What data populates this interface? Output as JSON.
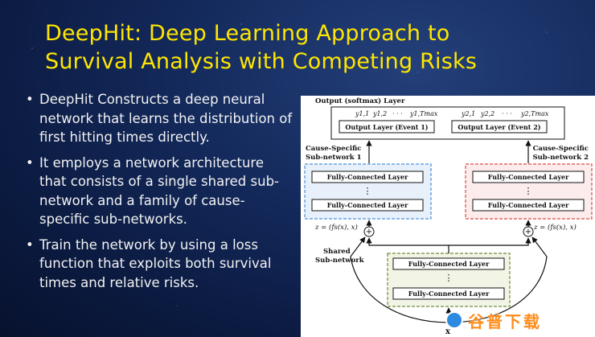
{
  "slide": {
    "title_lines": [
      "DeepHit: Deep Learning Approach to",
      "Survival Analysis with Competing Risks"
    ],
    "bullet_char": "•",
    "bullets": [
      "DeepHit Constructs a deep neural network that learns the distribution of first hitting times directly.",
      "It employs a network architecture that consists of a single shared sub-network and a family of cause-specific sub-networks.",
      "Train the network by using a loss function that exploits both survival times and relative risks."
    ]
  },
  "diagram": {
    "output_layer_title": "Output (softmax) Layer",
    "event1_outputs": [
      "y1,1",
      "y1,2",
      "· · ·",
      "y1,Tmax"
    ],
    "event2_outputs": [
      "y2,1",
      "y2,2",
      "· · ·",
      "y2,Tmax"
    ],
    "output_event1_label": "Output Layer (Event 1)",
    "output_event2_label": "Output Layer (Event 2)",
    "cause_specific_1": [
      "Cause-Specific",
      "Sub-network 1"
    ],
    "cause_specific_2": [
      "Cause-Specific",
      "Sub-network 2"
    ],
    "fc_layer_label": "Fully-Connected Layer",
    "vertical_dots": "⋮",
    "z_label": "z = (fs(x), x)",
    "plus_symbol": "+",
    "shared_label": [
      "Shared",
      "Sub-network"
    ],
    "input_label": "x",
    "colors": {
      "cs1_border": "#4a90d9",
      "cs1_fill": "#e8f1fb",
      "cs2_border": "#e04848",
      "cs2_fill": "#fcecec",
      "shared_border": "#6e8a3a",
      "shared_fill": "#f2f5e6"
    }
  },
  "watermark": {
    "text": "谷普下载",
    "logo_icon": "download-logo-icon"
  },
  "theme": {
    "title_color": "#ffe600",
    "text_color": "#f2f2f2",
    "background": "#142a5c"
  }
}
